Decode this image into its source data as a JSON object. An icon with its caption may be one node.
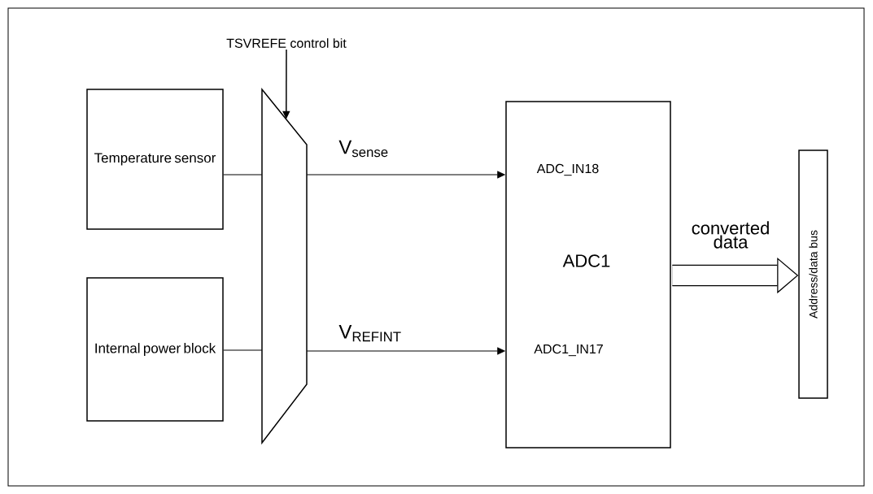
{
  "diagram": {
    "nodes": [
      {
        "text": [
          "Temperature sensor"
        ]
      },
      {
        "text": [
          "Internal power block"
        ]
      },
      {
        "text": [],
        "shape": "trapezoid"
      },
      {
        "text": [
          "ADC_IN18",
          "ADC1",
          "ADC1_IN17"
        ]
      },
      {
        "text": [
          "Address/data bus"
        ]
      },
      {
        "text": [
          "TSVREFE control bit"
        ]
      }
    ],
    "edges": [
      {
        "from": 0,
        "to": 2,
        "arrow": "none"
      },
      {
        "from": 1,
        "to": 2,
        "arrow": "none"
      },
      {
        "from": 2,
        "to": 3,
        "arrow": "to",
        "label": "V$_{sense}$"
      },
      {
        "from": 2,
        "to": 3,
        "arrow": "to",
        "label": "V$_{REFINT}$"
      },
      {
        "from": 3,
        "to": 4,
        "arrow": "to",
        "label": "converted data",
        "style": "thick"
      },
      {
        "from": 5,
        "to": 2,
        "arrow": "to"
      }
    ]
  }
}
